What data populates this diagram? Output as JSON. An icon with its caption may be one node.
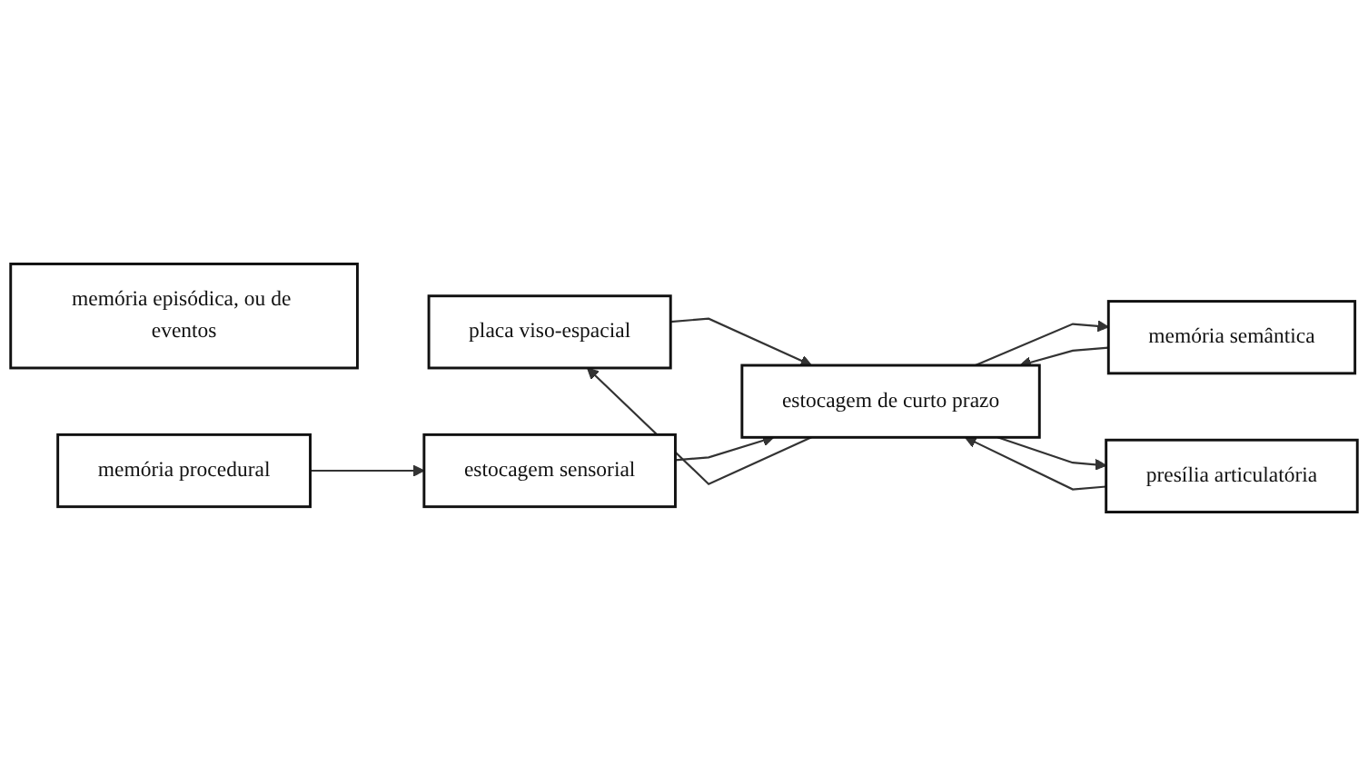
{
  "diagram": {
    "nodes": [
      {
        "text": [
          "placa viso-espacial"
        ]
      },
      {
        "text": [
          "estocagem sensorial"
        ]
      },
      {
        "text": [
          "estocagem de curto prazo"
        ]
      },
      {
        "text": [
          "memória episódica, ou de eventos"
        ]
      },
      {
        "text": [
          "memória semântica"
        ]
      },
      {
        "text": [
          "memória procedural"
        ]
      },
      {
        "text": [
          "presília articulatória"
        ]
      }
    ],
    "edges": [
      {
        "from": 0,
        "to": 2,
        "arrow": "to"
      },
      {
        "from": 2,
        "to": 0,
        "arrow": "to"
      },
      {
        "from": 1,
        "to": 2,
        "arrow": "to"
      },
      {
        "from": 4,
        "to": 2,
        "arrow": "to"
      },
      {
        "from": 2,
        "to": 4,
        "arrow": "to"
      },
      {
        "from": 6,
        "to": 2,
        "arrow": "to"
      },
      {
        "from": 2,
        "to": 6,
        "arrow": "to"
      },
      {
        "from": 5,
        "to": 1,
        "arrow": "to"
      }
    ]
  }
}
